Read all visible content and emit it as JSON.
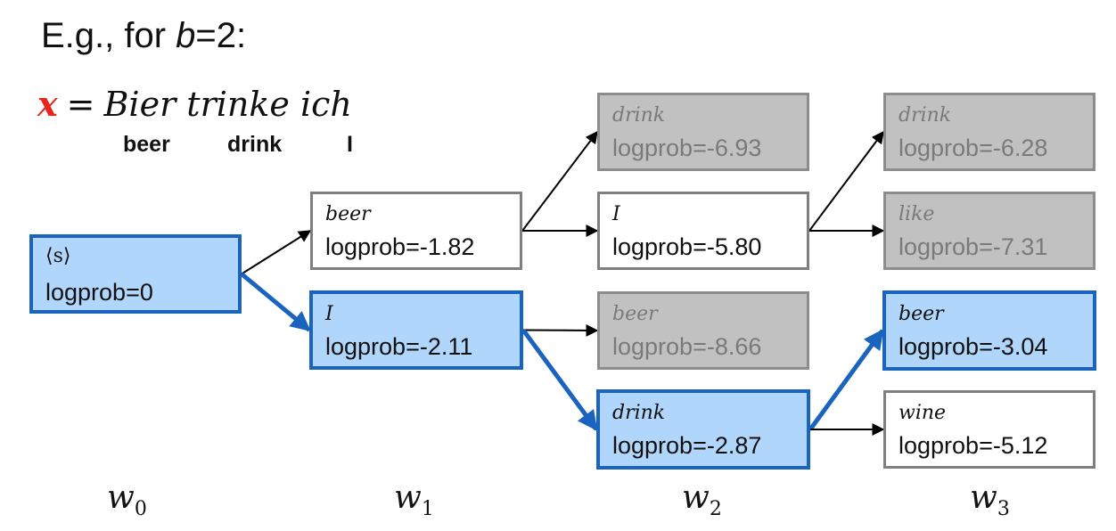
{
  "heading": {
    "prefix": "E.g., for ",
    "var": "b",
    "suffix": "=2:"
  },
  "formula": {
    "x": "x",
    "eq": "=",
    "sentence": "Bier trinke ich"
  },
  "gloss": [
    "beer",
    "drink",
    "I"
  ],
  "nodes": {
    "start": {
      "word": "⟨s⟩",
      "logprob": "logprob=0",
      "state": "best"
    },
    "w1_beer": {
      "word": "beer",
      "logprob": "logprob=-1.82",
      "state": "kept"
    },
    "w1_I": {
      "word": "I",
      "logprob": "logprob=-2.11",
      "state": "best"
    },
    "w2_drink": {
      "word": "drink",
      "logprob": "logprob=-6.93",
      "state": "pruned"
    },
    "w2_I": {
      "word": "I",
      "logprob": "logprob=-5.80",
      "state": "kept"
    },
    "w2_beer": {
      "word": "beer",
      "logprob": "logprob=-8.66",
      "state": "pruned"
    },
    "w2_drink_best": {
      "word": "drink",
      "logprob": "logprob=-2.87",
      "state": "best"
    },
    "w3_drink": {
      "word": "drink",
      "logprob": "logprob=-6.28",
      "state": "pruned"
    },
    "w3_like": {
      "word": "like",
      "logprob": "logprob=-7.31",
      "state": "pruned"
    },
    "w3_beer": {
      "word": "beer",
      "logprob": "logprob=-3.04",
      "state": "best"
    },
    "w3_wine": {
      "word": "wine",
      "logprob": "logprob=-5.12",
      "state": "kept"
    }
  },
  "edges": [
    {
      "from": "start",
      "to": "w1_beer",
      "best": false
    },
    {
      "from": "start",
      "to": "w1_I",
      "best": true
    },
    {
      "from": "w1_beer",
      "to": "w2_drink",
      "best": false
    },
    {
      "from": "w1_beer",
      "to": "w2_I",
      "best": false
    },
    {
      "from": "w1_I",
      "to": "w2_beer",
      "best": false
    },
    {
      "from": "w1_I",
      "to": "w2_drink_best",
      "best": true
    },
    {
      "from": "w2_I",
      "to": "w3_drink",
      "best": false
    },
    {
      "from": "w2_I",
      "to": "w3_like",
      "best": false
    },
    {
      "from": "w2_drink_best",
      "to": "w3_beer",
      "best": true
    },
    {
      "from": "w2_drink_best",
      "to": "w3_wine",
      "best": false
    }
  ],
  "steps": [
    {
      "base": "w",
      "sub": "0"
    },
    {
      "base": "w",
      "sub": "1"
    },
    {
      "base": "w",
      "sub": "2"
    },
    {
      "base": "w",
      "sub": "3"
    }
  ],
  "colors": {
    "best_fill": "#b0d6fb",
    "best_border": "#1a64c0",
    "pruned_fill": "#c1c1c1",
    "pruned_text": "#7a7a7a"
  }
}
